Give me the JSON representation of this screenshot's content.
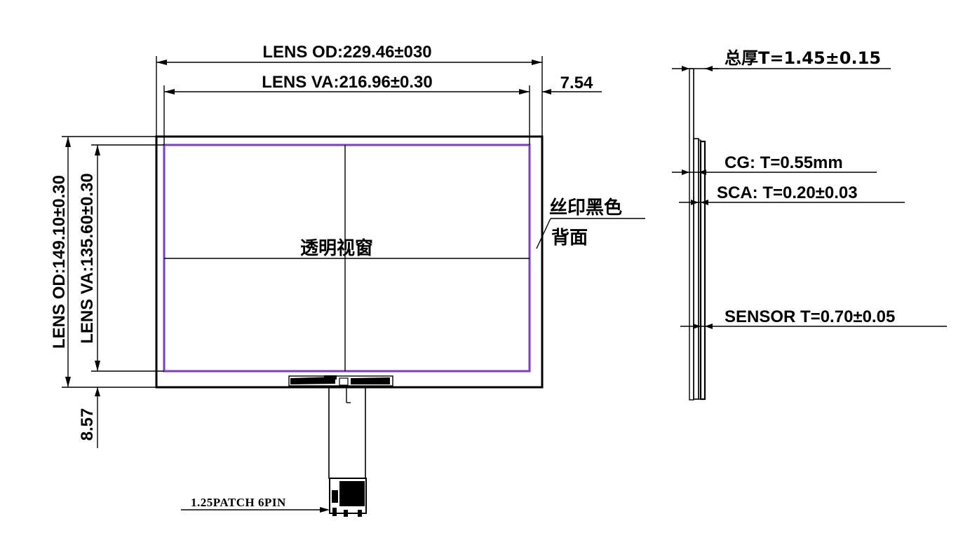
{
  "front_view": {
    "lens_od_width": "LENS OD:229.46±030",
    "lens_va_width": "LENS VA:216.96±0.30",
    "right_border": "7.54",
    "lens_od_height": "LENS OD:149.10±0.30",
    "lens_va_height": "LENS VA:135.60±0.30",
    "bottom_border": "8.57",
    "viewing_window": "透明视窗",
    "silkscreen_line1": "丝印黑色",
    "silkscreen_line2": "背面",
    "connector": "1.25PATCH 6PIN"
  },
  "side_view": {
    "total_thickness": "总厚T=1.45±0.15",
    "cover_glass": "CG: T=0.55mm",
    "sca_layer": "SCA: T=0.20±0.03",
    "sensor_layer": "SENSOR T=0.70±0.05"
  },
  "colors": {
    "outline": "#000000",
    "viewing_area": "#7a3fc0",
    "background": "#ffffff"
  }
}
